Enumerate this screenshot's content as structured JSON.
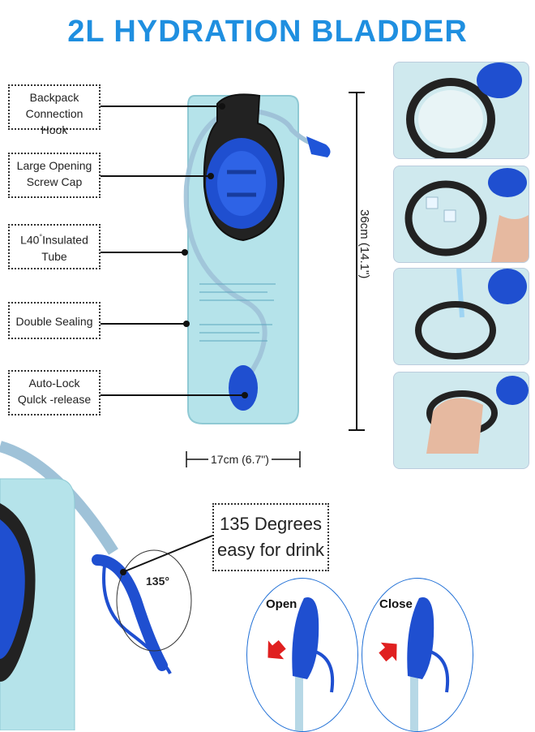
{
  "title": "2L HYDRATION BLADDER",
  "callouts": [
    {
      "line1": "Backpack",
      "line2": "Connection Hook"
    },
    {
      "line1": "Large Opening",
      "line2": "Screw Cap"
    },
    {
      "line1": "L40",
      "sup": "°",
      "line1b": "Insulated",
      "line2": "Tube"
    },
    {
      "line1": "Double Sealing",
      "line2": ""
    },
    {
      "line1": "Auto-Lock",
      "line2": "Qulck -release"
    }
  ],
  "dimensions": {
    "width": "17cm (6.7\")",
    "height": "36cm (14.1\")"
  },
  "angle_callout": {
    "line1": "135 Degrees",
    "line2": "easy for drink",
    "angle_label": "135°"
  },
  "valves": {
    "open_label": "Open",
    "close_label": "Close"
  },
  "colors": {
    "title": "#1f8fe0",
    "bladder": "#a9dde5",
    "cap": "#1f4fd0",
    "arrow": "#e02020"
  }
}
